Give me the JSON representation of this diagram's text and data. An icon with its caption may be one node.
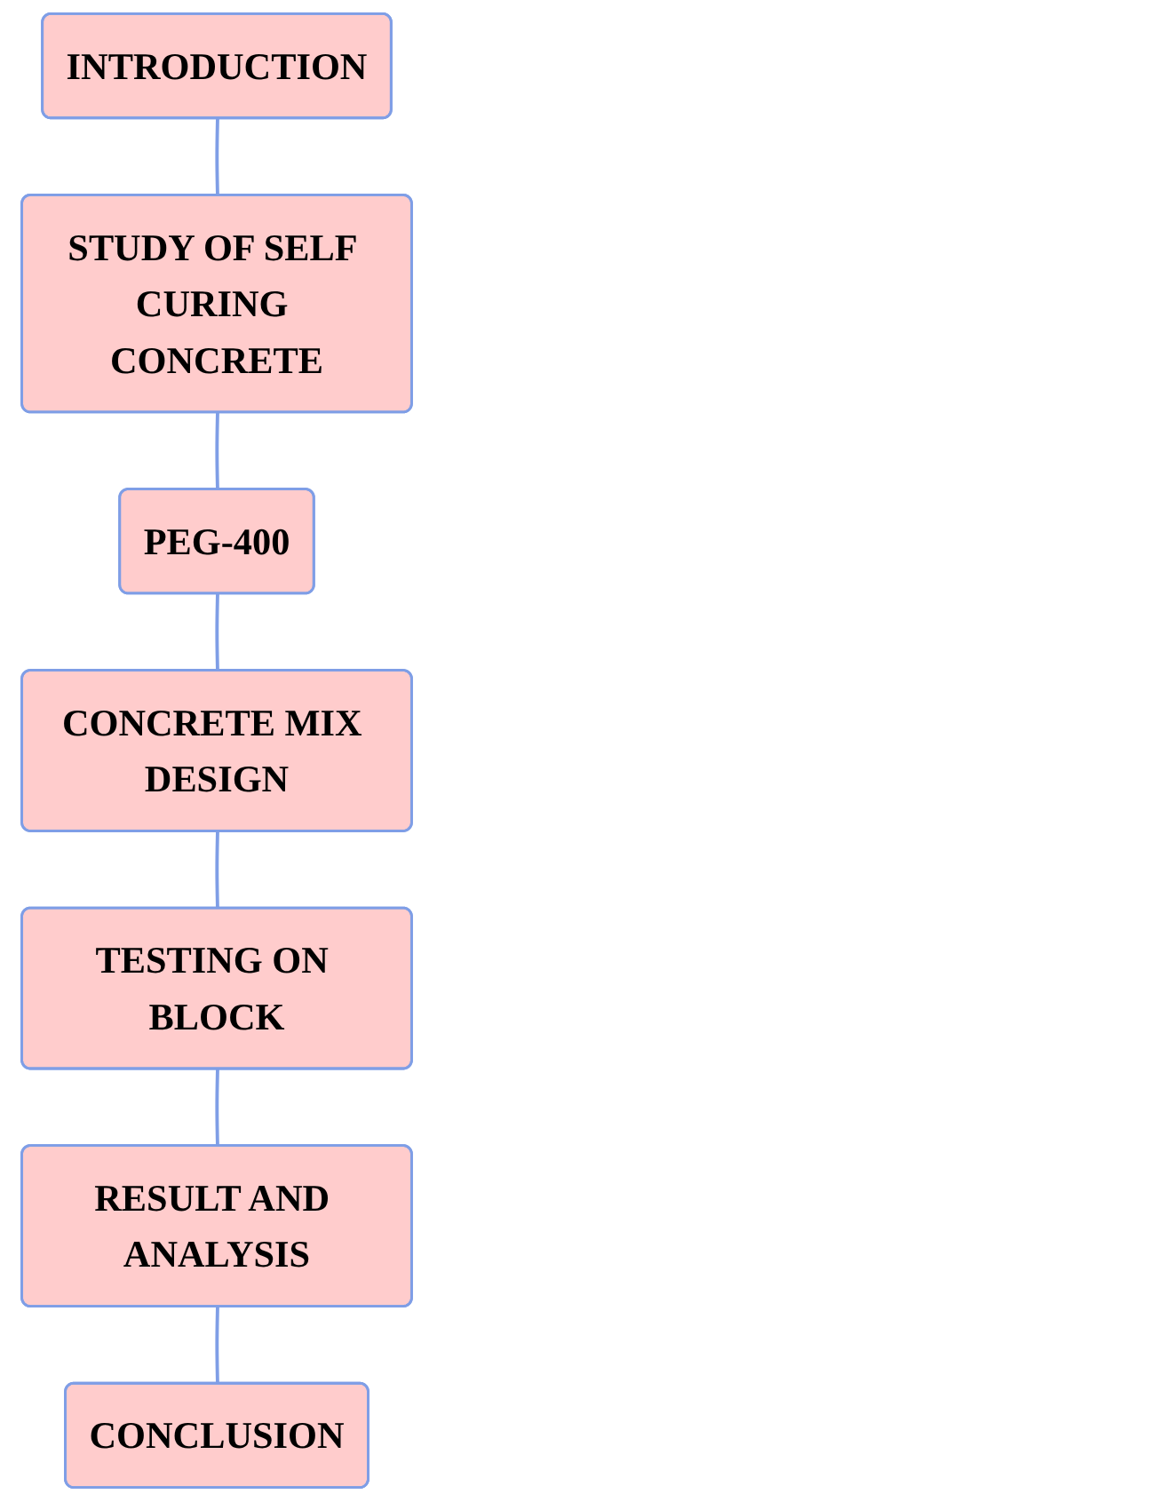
{
  "diagram": {
    "nodes": [
      {
        "text": [
          "INTRODUCTION"
        ]
      },
      {
        "text": [
          "STUDY OF SELF CURING CONCRETE"
        ]
      },
      {
        "text": [
          "PEG-400"
        ]
      },
      {
        "text": [
          "CONCRETE MIX DESIGN"
        ]
      },
      {
        "text": [
          "TESTING ON BLOCK"
        ]
      },
      {
        "text": [
          "RESULT AND ANALYSIS"
        ]
      },
      {
        "text": [
          "CONCLUSION"
        ]
      }
    ],
    "edges": [
      {
        "from": 0,
        "to": 1,
        "arrow": "none"
      },
      {
        "from": 1,
        "to": 2,
        "arrow": "none"
      },
      {
        "from": 2,
        "to": 3,
        "arrow": "none"
      },
      {
        "from": 3,
        "to": 4,
        "arrow": "none"
      },
      {
        "from": 4,
        "to": 5,
        "arrow": "none"
      },
      {
        "from": 5,
        "to": 6,
        "arrow": "none"
      }
    ]
  }
}
